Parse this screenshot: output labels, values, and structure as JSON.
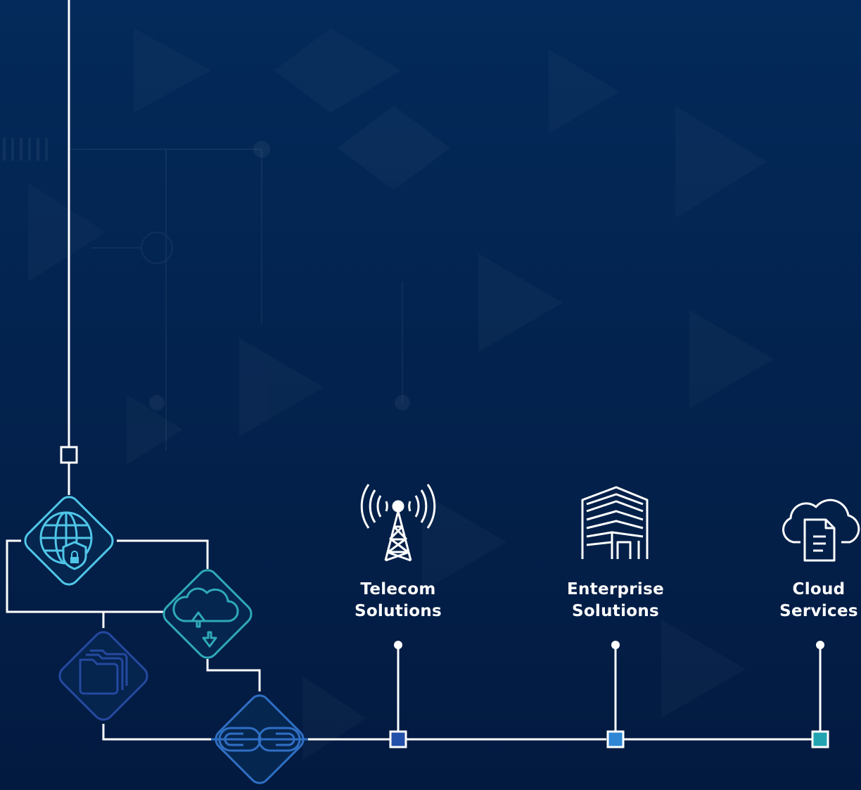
{
  "services": [
    {
      "line1": "Telecom",
      "line2": "Solutions",
      "icon": "cell-tower-icon",
      "node_color": "#2350a8"
    },
    {
      "line1": "Enterprise",
      "line2": "Solutions",
      "icon": "office-building-icon",
      "node_color": "#2f86d4"
    },
    {
      "line1": "Cloud",
      "line2": "Services",
      "icon": "cloud-document-icon",
      "node_color": "#22a3b0"
    }
  ],
  "flow_icons": [
    {
      "icon": "globe-lock-icon",
      "color": "#4fc6e8"
    },
    {
      "icon": "cloud-sync-icon",
      "color": "#2fa9b9"
    },
    {
      "icon": "folders-icon",
      "color": "#2549a0"
    },
    {
      "icon": "chain-link-icon",
      "color": "#2f6fc4"
    }
  ],
  "colors": {
    "background_top": "#032a5a",
    "background_bottom": "#031a40",
    "connector": "#ffffff"
  }
}
